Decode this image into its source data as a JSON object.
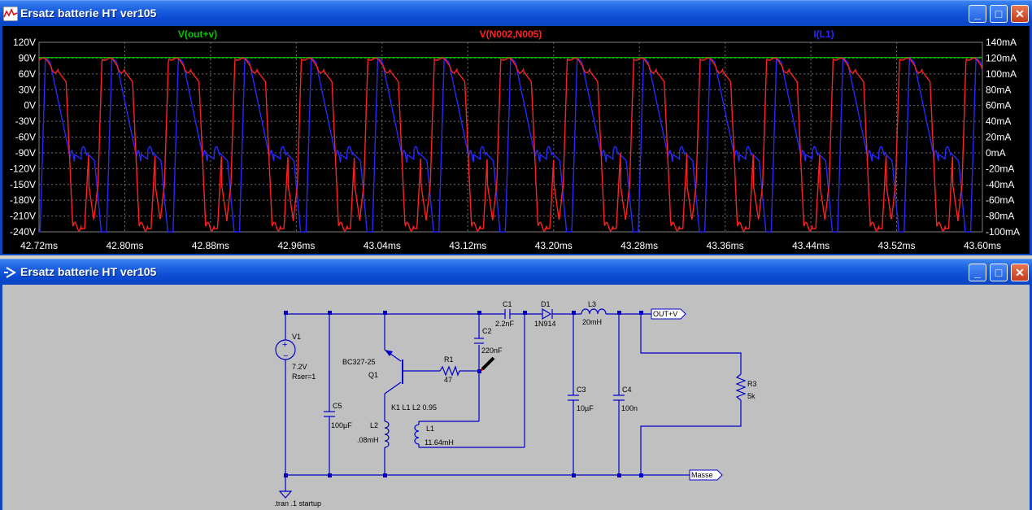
{
  "waveform_window": {
    "title": "Ersatz batterie HT ver105",
    "buttons": {
      "minimize": "_",
      "maximize": "□",
      "close": "✕"
    },
    "traces": [
      {
        "label": "V(out+v)",
        "color": "#00c800"
      },
      {
        "label": "V(N002,N005)",
        "color": "#ff2020"
      },
      {
        "label": "I(L1)",
        "color": "#2828ff"
      }
    ],
    "left_axis": [
      "120V",
      "90V",
      "60V",
      "30V",
      "0V",
      "-30V",
      "-60V",
      "-90V",
      "-120V",
      "-150V",
      "-180V",
      "-210V",
      "-240V"
    ],
    "right_axis": [
      "140mA",
      "120mA",
      "100mA",
      "80mA",
      "60mA",
      "40mA",
      "20mA",
      "0mA",
      "-20mA",
      "-40mA",
      "-60mA",
      "-80mA",
      "-100mA"
    ],
    "x_axis": [
      "42.72ms",
      "42.80ms",
      "42.88ms",
      "42.96ms",
      "43.04ms",
      "43.12ms",
      "43.20ms",
      "43.28ms",
      "43.36ms",
      "43.44ms",
      "43.52ms",
      "43.60ms"
    ]
  },
  "chart_data": {
    "type": "line",
    "x_range_ms": [
      42.72,
      43.6
    ],
    "y_left_range_V": [
      -240,
      120
    ],
    "y_right_range_mA": [
      -100,
      140
    ],
    "grid": true,
    "series": [
      {
        "name": "V(out+v)",
        "axis": "left",
        "level_V": 91,
        "color": "#00c800"
      },
      {
        "name": "V(N002,N005)",
        "axis": "left",
        "period_ms": 0.062,
        "min_V": -230,
        "max_V": 88,
        "color": "#ff2020"
      },
      {
        "name": "I(L1)",
        "axis": "right",
        "period_ms": 0.062,
        "min_mA": -100,
        "max_mA": 120,
        "color": "#2828ff"
      }
    ]
  },
  "schematic_window": {
    "title": "Ersatz batterie HT ver105",
    "buttons": {
      "minimize": "_",
      "maximize": "□",
      "close": "✕"
    },
    "labels": {
      "v1_name": "V1",
      "v1_value": "7.2V",
      "v1_rser": "Rser=1",
      "c5_name": "C5",
      "c5_value": "100µF",
      "q1_model": "BC327-25",
      "q1_name": "Q1",
      "r1_name": "R1",
      "r1_value": "47",
      "c1_name": "C1",
      "c1_value": "2.2nF",
      "c2_name": "C2",
      "c2_value": "220nF",
      "d1_name": "D1",
      "d1_value": "1N914",
      "l3_name": "L3",
      "l3_value": "20mH",
      "c3_name": "C3",
      "c3_value": "10µF",
      "c4_name": "C4",
      "c4_value": "100n",
      "r3_name": "R3",
      "r3_value": "5k",
      "coupling": "K1  L1  L2  0.95",
      "l2_name": "L2",
      "l2_value": ".08mH",
      "l1_name": "L1",
      "l1_value": "11.64mH",
      "out_label": "OUT+V",
      "masse_label": "Masse",
      "directive": ".tran .1 startup"
    }
  }
}
